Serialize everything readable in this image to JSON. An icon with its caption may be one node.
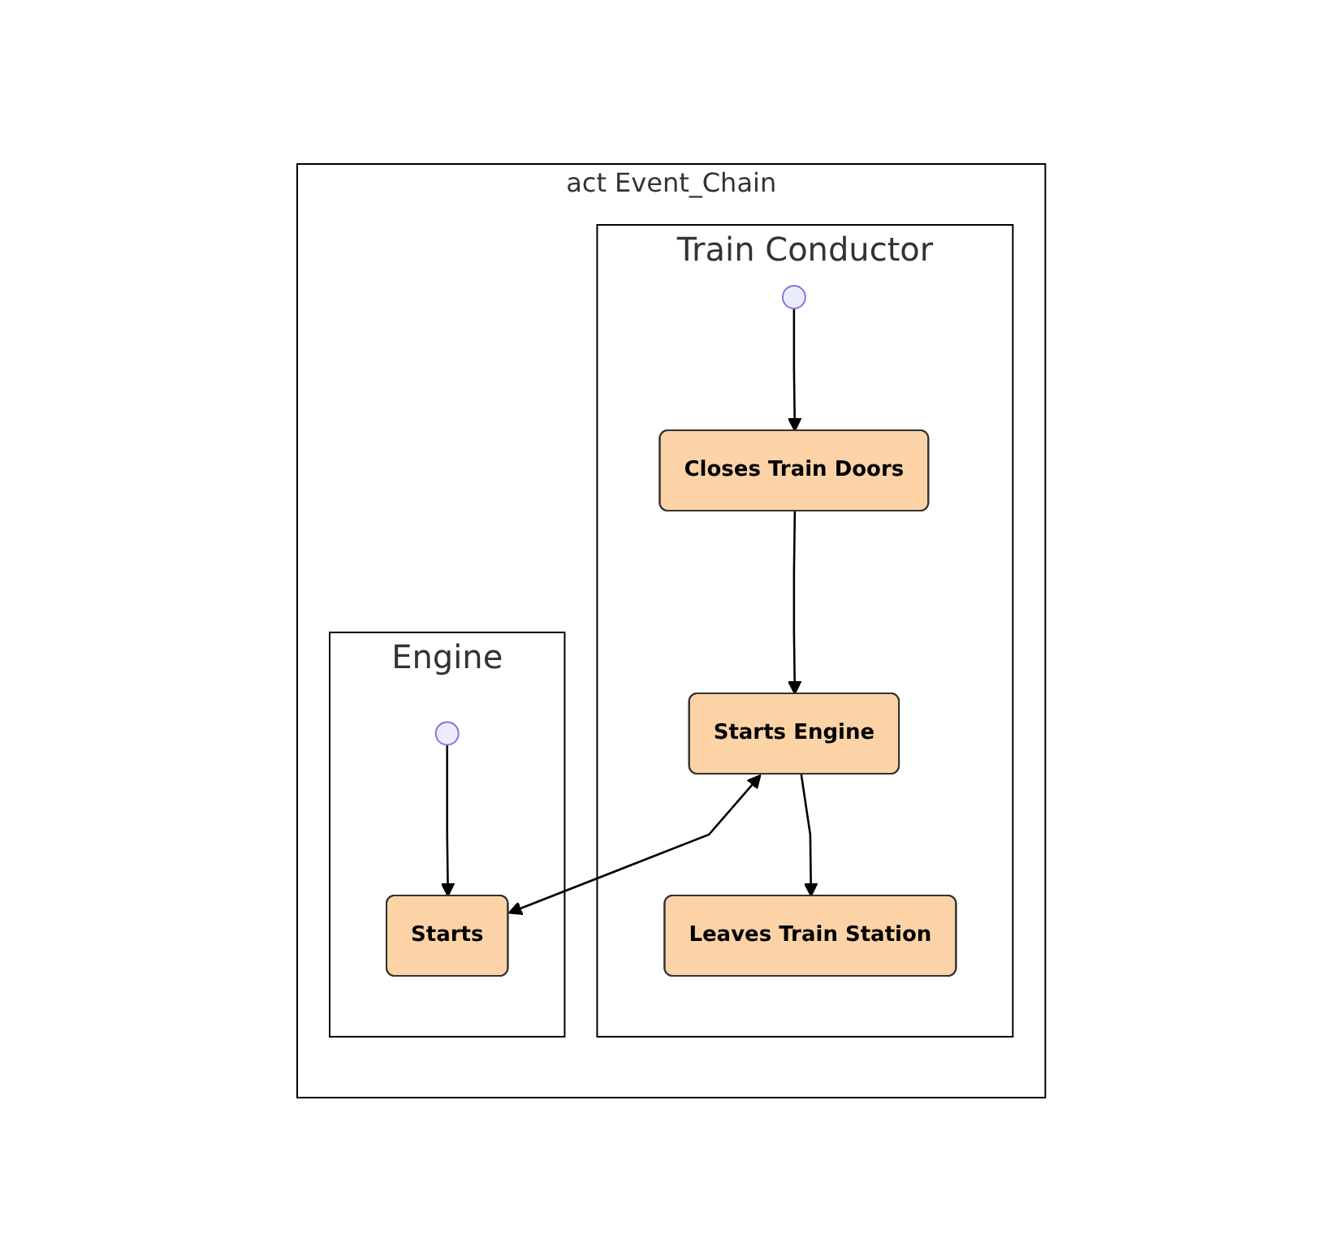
{
  "diagram": {
    "nodes": [
      {
        "text": [
          "act Event_Chain"
        ]
      },
      {
        "text": [
          "Train Conductor"
        ],
        "in": 0
      },
      {
        "text": [
          "Engine"
        ],
        "in": 0
      },
      {
        "text": [],
        "shape": "circle",
        "in": 1
      },
      {
        "text": [
          "Closes Train Doors"
        ],
        "in": 1
      },
      {
        "text": [
          "Starts Engine"
        ],
        "in": 1
      },
      {
        "text": [
          "Leaves Train Station"
        ],
        "in": 1
      },
      {
        "text": [],
        "shape": "circle",
        "in": 2
      },
      {
        "text": [
          "Starts"
        ],
        "in": 2
      }
    ],
    "edges": [
      {
        "from": 3,
        "to": 4,
        "arrow": "to"
      },
      {
        "from": 4,
        "to": 5,
        "arrow": "to"
      },
      {
        "from": 5,
        "to": 6,
        "arrow": "to"
      },
      {
        "from": 7,
        "to": 8,
        "arrow": "to"
      },
      {
        "from": 5,
        "to": 8,
        "arrow": "both"
      }
    ]
  }
}
